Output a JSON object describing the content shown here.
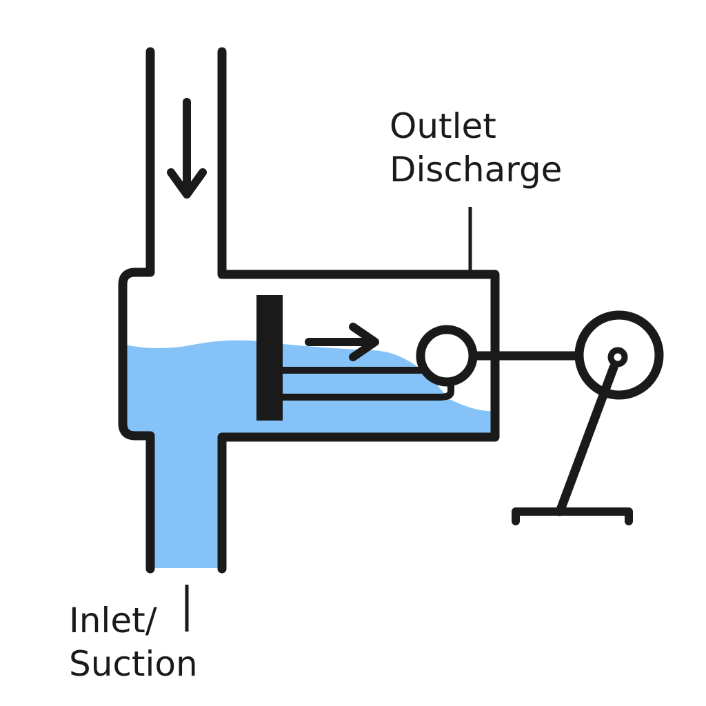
{
  "labels": {
    "outlet_line1": "Outlet",
    "outlet_line2": "Discharge",
    "inlet_line1": "Inlet/",
    "inlet_line2": "Suction"
  },
  "colors": {
    "stroke": "#1a1a1a",
    "water": "#85c2f7",
    "background": "#ffffff"
  },
  "flow_direction": {
    "pipe_arrow": "down",
    "chamber_arrow": "right"
  }
}
